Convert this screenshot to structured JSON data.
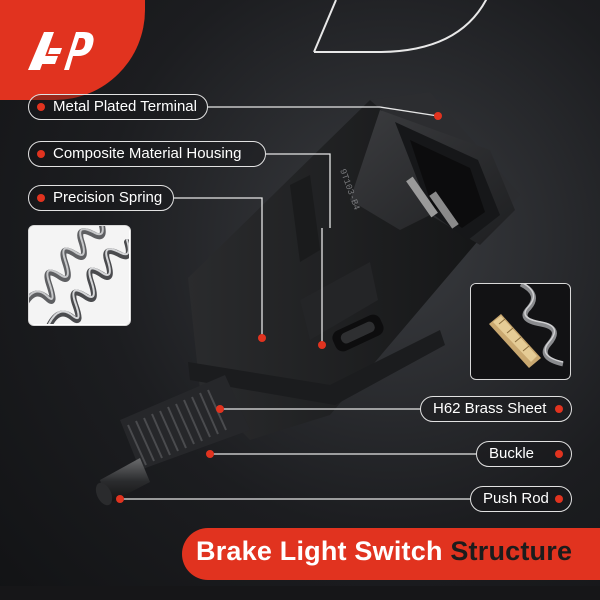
{
  "brand": {
    "logo_text": "A-P",
    "accent_color": "#e1331f"
  },
  "labels": {
    "terminal": "Metal Plated Terminal",
    "housing": "Composite Material Housing",
    "spring": "Precision Spring",
    "brass": "H62 Brass Sheet",
    "buckle": "Buckle",
    "push_rod": "Push Rod"
  },
  "product": {
    "part_marking": "9T103-B4"
  },
  "title": {
    "part_a": "Brake Light Switch",
    "part_b": "Structure"
  }
}
